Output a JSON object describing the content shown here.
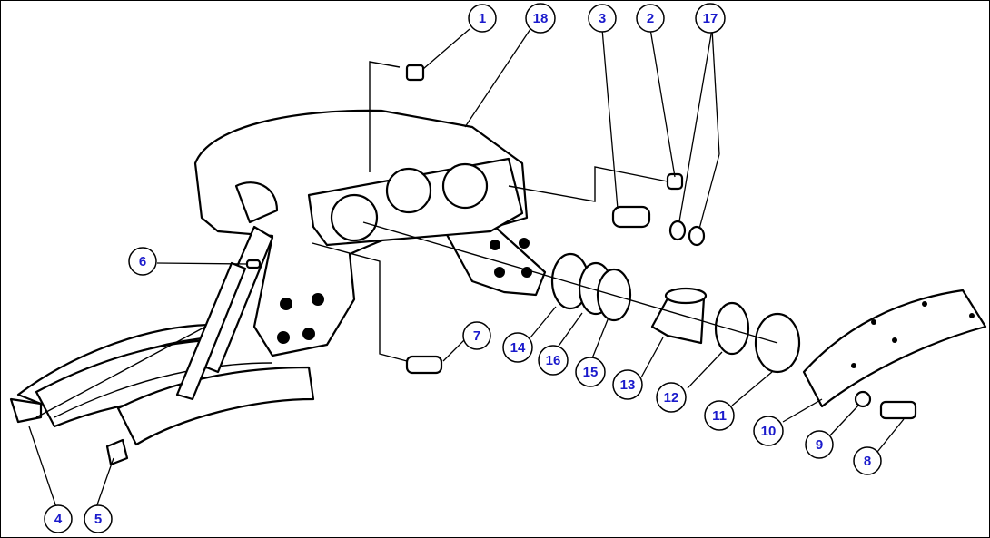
{
  "diagram": {
    "border_color": "#000000",
    "callout_color": "#1a1acc",
    "callouts": [
      "1",
      "18",
      "3",
      "2",
      "17",
      "6",
      "7",
      "14",
      "16",
      "15",
      "13",
      "12",
      "11",
      "10",
      "9",
      "8",
      "4",
      "5"
    ]
  }
}
